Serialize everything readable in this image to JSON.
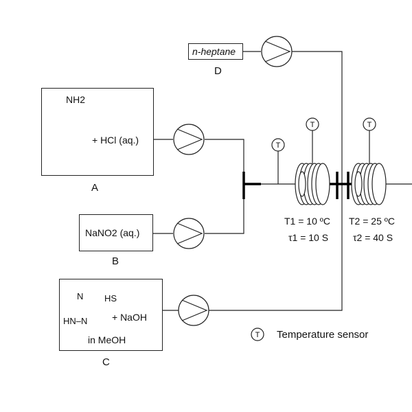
{
  "reagents": {
    "a": {
      "amine_label": "NH2",
      "text": "+ HCl (aq.)",
      "letter": "A"
    },
    "b": {
      "text": "NaNO2 (aq.)",
      "letter": "B"
    },
    "c": {
      "sh_label": "HS",
      "n_label": "N",
      "hn_label": "HN–N",
      "naoh_text": "+ NaOH",
      "solvent": "in MeOH",
      "letter": "C"
    },
    "d": {
      "text": "n-heptane",
      "letter": "D"
    }
  },
  "reactor1": {
    "temp": "T1 = 10 ºC",
    "time": "τ1 = 10 S"
  },
  "reactor2": {
    "temp": "T2 = 25 ºC",
    "time": "τ2 = 40 S"
  },
  "sensor_symbol": "T",
  "legend": {
    "text": "Temperature sensor"
  }
}
